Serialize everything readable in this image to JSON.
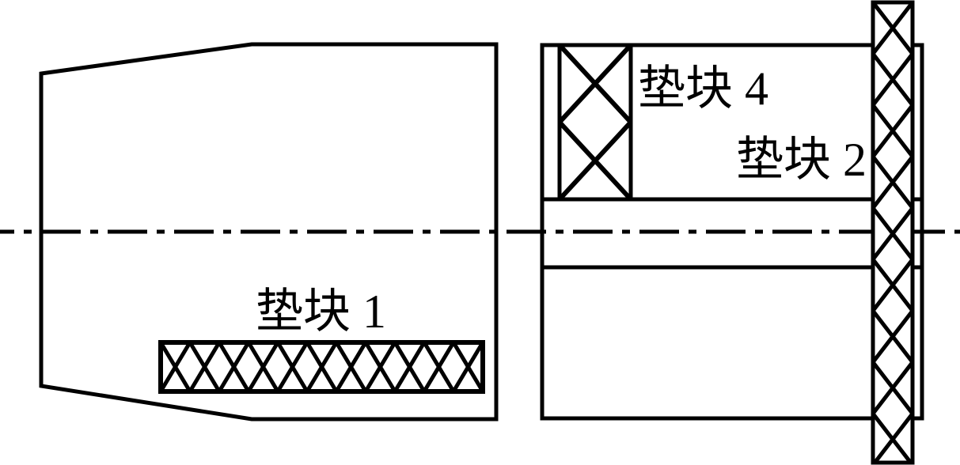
{
  "drawing": {
    "background_color": "#ffffff",
    "line_color": "#000000",
    "labels": {
      "pad1": "垫块 1",
      "pad2": "垫块 2",
      "pad4": "垫块 4"
    }
  }
}
